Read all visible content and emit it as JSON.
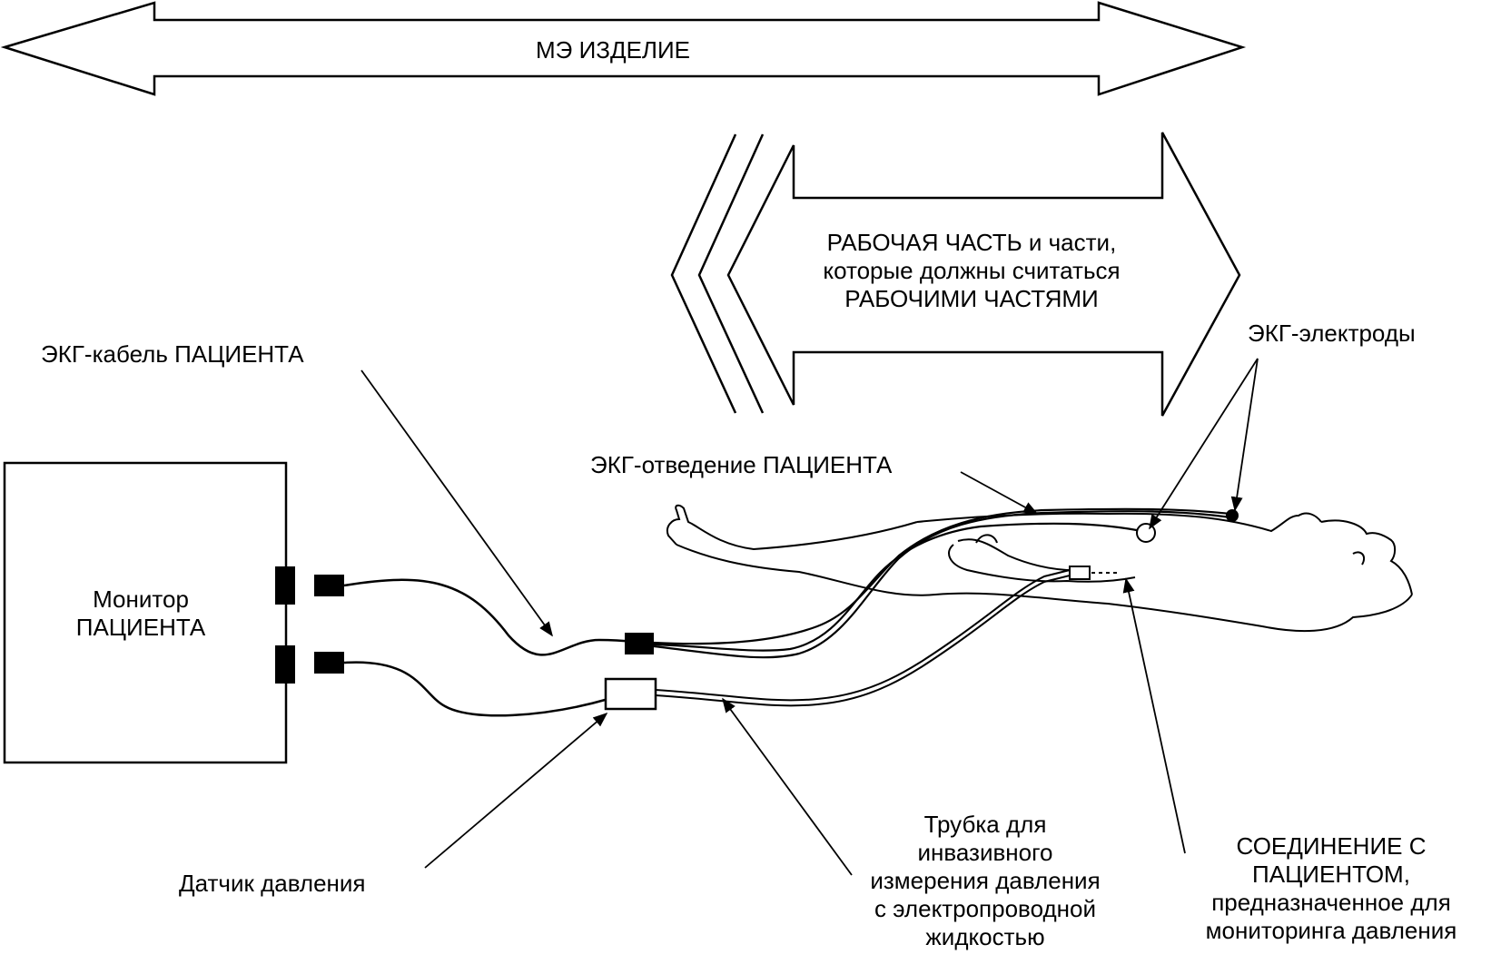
{
  "me_device": "МЭ ИЗДЕЛИЕ",
  "applied_part": {
    "line1": "РАБОЧАЯ ЧАСТЬ и части,",
    "line2": "которые должны считаться",
    "line3": "РАБОЧИМИ ЧАСТЯМИ"
  },
  "monitor": {
    "line1": "Монитор",
    "line2": "ПАЦИЕНТА"
  },
  "ecg_cable": "ЭКГ-кабель ПАЦИЕНТА",
  "ecg_lead": "ЭКГ-отведение ПАЦИЕНТА",
  "ecg_electrodes": "ЭКГ-электроды",
  "pressure_sensor": "Датчик давления",
  "tube": {
    "line1": "Трубка для",
    "line2": "инвазивного",
    "line3": "измерения давления",
    "line4": "с электропроводной",
    "line5": "жидкостью"
  },
  "patient_connection": {
    "line1": "СОЕДИНЕНИЕ С",
    "line2": "ПАЦИЕНТОМ,",
    "line3": "предназначенное для",
    "line4": "мониторинга давления"
  }
}
